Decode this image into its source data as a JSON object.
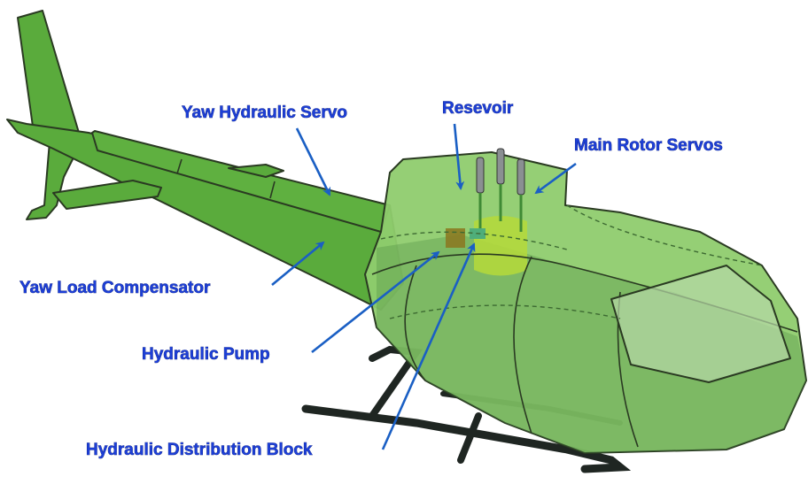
{
  "diagram": {
    "subject": "helicopter-hydraulic-system",
    "labels": {
      "yaw_hydraulic_servo": "Yaw Hydraulic Servo",
      "resevoir": "Resevoir",
      "main_rotor_servos": "Main Rotor Servos",
      "yaw_load_compensator": "Yaw Load Compensator",
      "hydraulic_pump": "Hydraulic Pump",
      "hydraulic_distribution_block": "Hydraulic Distribution Block"
    },
    "colors": {
      "label": "#1d3fd6",
      "arrow": "#1a5fc4",
      "airframe": "#5aab3c",
      "cabin": "#8fcc6e",
      "reservoir": "#b5d93a",
      "skids": "#1f2622"
    }
  }
}
